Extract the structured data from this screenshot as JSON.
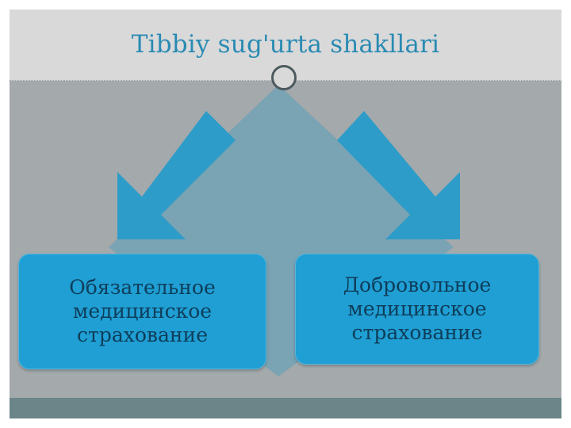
{
  "title": "Tibbiy sug'urta shakllari",
  "branches": [
    "Обязательное\nмедицинское\nстрахование",
    "Добровольное\nмедицинское\nстрахование"
  ],
  "colors": {
    "title": "#2a8bb3",
    "box_fill": "#1f9fd4",
    "box_text": "#0e3d5a",
    "arrow_fill": "#2e9cc8",
    "diamond_fill": "#7aa3b3",
    "slide_bg": "#a4a9ab",
    "title_band": "#d9d9d9",
    "bottom_band": "#6b8589"
  }
}
